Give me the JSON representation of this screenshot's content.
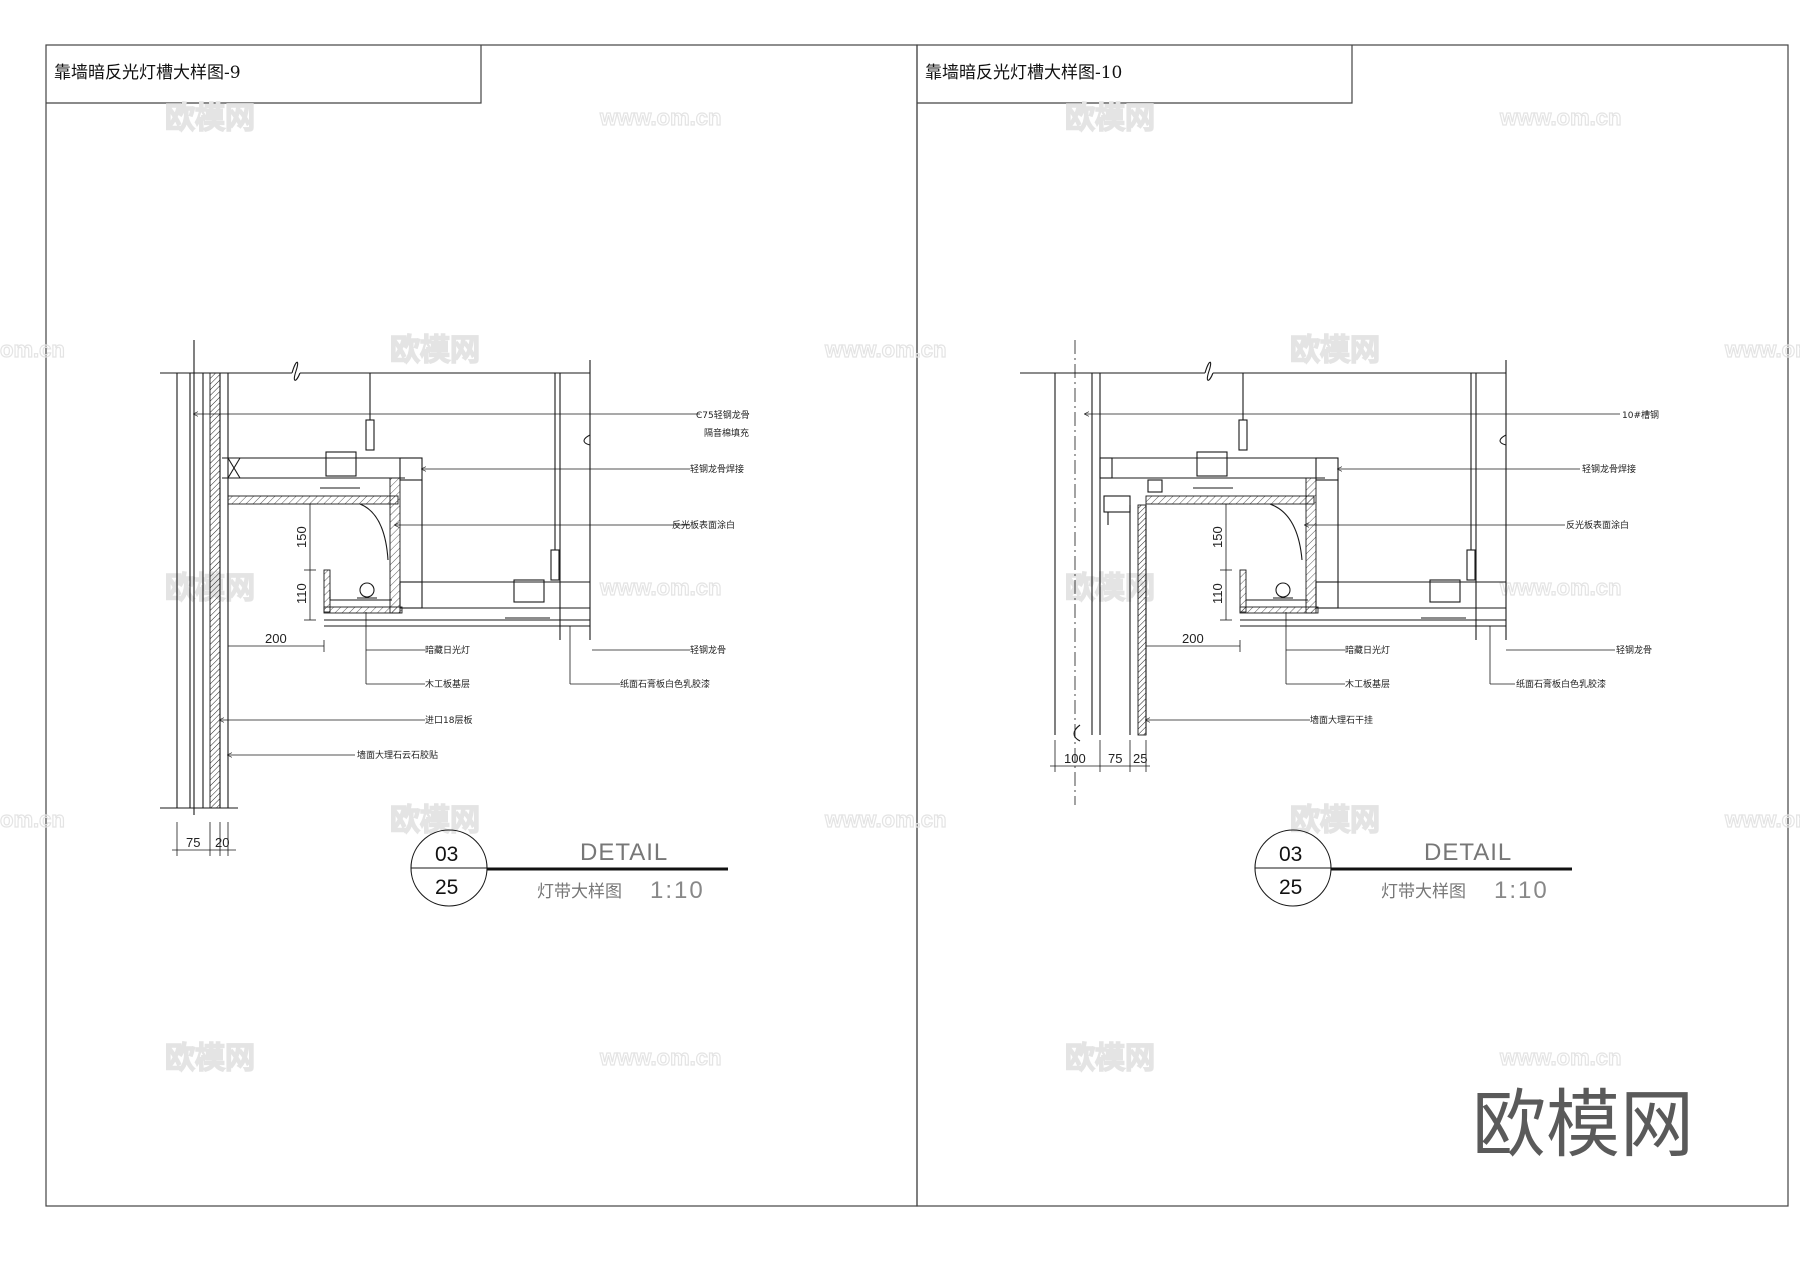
{
  "panels": [
    {
      "title": "靠墙暗反光灯槽大样图-9",
      "notes": [
        "C75轻钢龙骨",
        "隔音棉填充",
        "轻钢龙骨焊接",
        "反光板表面涂白",
        "暗藏日光灯",
        "木工板基层",
        "进口18层板",
        "墙面大理石云石胶贴",
        "轻钢龙骨",
        "纸面石膏板白色乳胶漆"
      ],
      "dims": [
        "150",
        "110",
        "200",
        "75",
        "20"
      ],
      "callout": {
        "top": "03",
        "bottom": "25",
        "detail": "DETAIL",
        "name": "灯带大样图",
        "scale": "1:10"
      }
    },
    {
      "title": "靠墙暗反光灯槽大样图-10",
      "notes": [
        "10#槽钢",
        "轻钢龙骨焊接",
        "反光板表面涂白",
        "暗藏日光灯",
        "木工板基层",
        "墙面大理石干挂",
        "轻钢龙骨",
        "纸面石膏板白色乳胶漆"
      ],
      "dims": [
        "150",
        "110",
        "200",
        "100",
        "75",
        "25"
      ],
      "callout": {
        "top": "03",
        "bottom": "25",
        "detail": "DETAIL",
        "name": "灯带大样图",
        "scale": "1:10"
      }
    }
  ],
  "watermark": {
    "logo": "欧模网",
    "url": "www.om.cn",
    "url_cropped": "om.cn"
  }
}
